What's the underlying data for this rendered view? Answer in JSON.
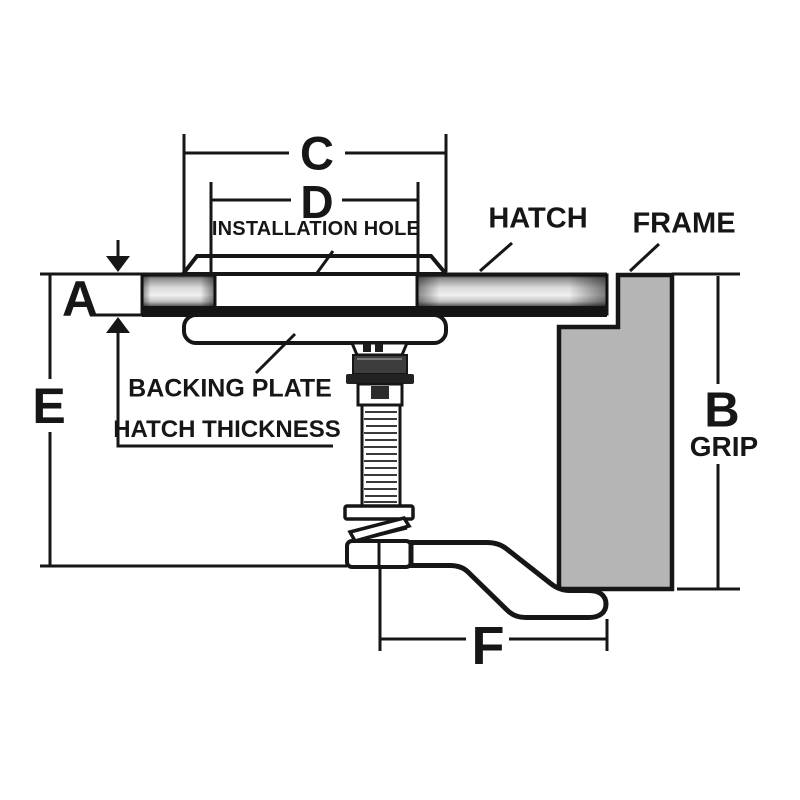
{
  "diagram": {
    "dims": {
      "a": "A",
      "b": "B",
      "c": "C",
      "d": "D",
      "e": "E",
      "f": "F"
    },
    "labels": {
      "installation_hole": "INSTALLATION HOLE",
      "hatch": "HATCH",
      "frame": "FRAME",
      "backing_plate": "BACKING PLATE",
      "hatch_thickness": "HATCH THICKNESS",
      "grip": "GRIP"
    },
    "colors": {
      "line": "#161616",
      "frame_fill": "#b5b5b5",
      "hatch_dark": "#141414",
      "background": "#ffffff"
    }
  }
}
